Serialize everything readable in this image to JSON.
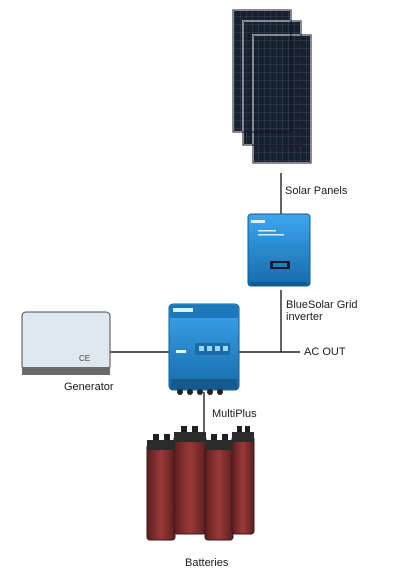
{
  "labels": {
    "solar_panels": "Solar Panels",
    "bluesolar_inverter": "BlueSolar Grid\ninverter",
    "ac_out": "AC OUT",
    "generator": "Generator",
    "multiplus": "MultiPlus",
    "batteries": "Batteries"
  },
  "device_marks": {
    "generator_ce": "CE"
  },
  "colors": {
    "panel_dark": "#17202e",
    "panel_grid": "#56657d",
    "victron_blue": "#1f8bd6",
    "victron_blue_dark": "#135f98",
    "generator_fill": "#dfe7ef",
    "generator_base": "#6a6a6a",
    "battery_red": "#8b2f2f",
    "battery_dark": "#2b2b2b",
    "line": "#222222"
  }
}
